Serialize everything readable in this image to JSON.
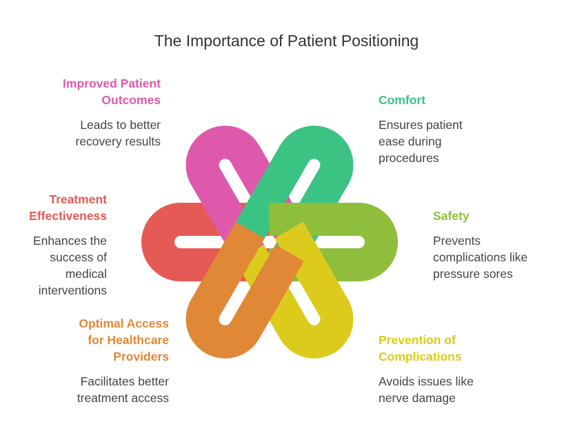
{
  "title": "The Importance of Patient Positioning",
  "items": [
    {
      "key": "comfort",
      "title": "Comfort",
      "desc": "Ensures patient\nease during\nprocedures",
      "color": "#3bc384"
    },
    {
      "key": "safety",
      "title": "Safety",
      "desc": "Prevents\ncomplications like\npressure sores",
      "color": "#8fbd3c"
    },
    {
      "key": "prevention",
      "title": "Prevention of\nComplications",
      "desc": "Avoids issues like\nnerve damage",
      "color": "#dccb1c"
    },
    {
      "key": "access",
      "title": "Optimal Access\nfor Healthcare\nProviders",
      "desc": "Facilitates better\ntreatment access",
      "color": "#e18837"
    },
    {
      "key": "treatment",
      "title": "Treatment\nEffectiveness",
      "desc": "Enhances the\nsuccess of\nmedical\ninterventions",
      "color": "#e55a54"
    },
    {
      "key": "outcomes",
      "title": "Improved Patient\nOutcomes",
      "desc": "Leads to better\nrecovery results",
      "color": "#de59ac"
    }
  ]
}
